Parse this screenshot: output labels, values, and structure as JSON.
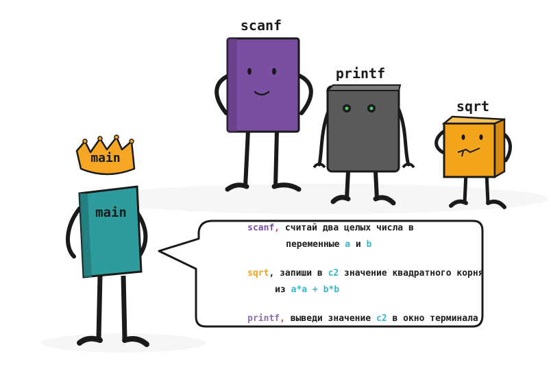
{
  "characters": {
    "scanf": {
      "name": "scanf",
      "color": "#7a4ea0"
    },
    "printf": {
      "name": "printf",
      "color": "#5a5a5c"
    },
    "sqrt": {
      "name": "sqrt",
      "color": "#f2a51a"
    },
    "main": {
      "name": "main",
      "crown_text": "main",
      "color": "#2e9c9c",
      "crown_color": "#f5a623"
    }
  },
  "speech": {
    "line1": {
      "fn": "scanf",
      "punct": ",",
      "text": " считай два целых числа в"
    },
    "line2": {
      "text": "переменные ",
      "var_a": "a",
      "and": " и ",
      "var_b": "b"
    },
    "line3": {
      "fn": "sqrt",
      "punct": ",",
      "text": " запиши в ",
      "var": "c2",
      "text2": " значение квадратного корня"
    },
    "line4": {
      "text": "из ",
      "expr": "a*a + b*b"
    },
    "line5": {
      "fn": "printf",
      "punct": ",",
      "text": " выведи значение ",
      "var": "c2",
      "text2": " в окно терминала"
    }
  },
  "colors": {
    "fn_scanf": "#7a4ea0",
    "fn_sqrt": "#f2a51a",
    "fn_printf": "#8a6fb0",
    "punct": "#d0445a",
    "var": "#39b7c9"
  }
}
